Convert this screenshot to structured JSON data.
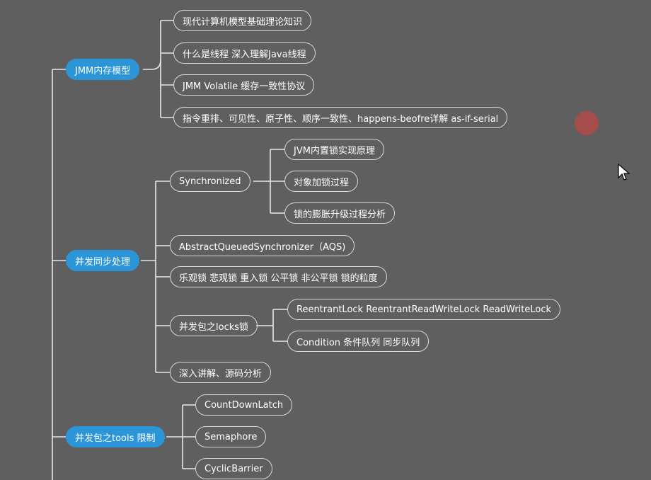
{
  "mindmap": {
    "branches": [
      {
        "label": "JMM内存模型",
        "children": [
          {
            "label": "现代计算机模型基础理论知识"
          },
          {
            "label": "什么是线程 深入理解Java线程"
          },
          {
            "label": "JMM Volatile 缓存一致性协议"
          },
          {
            "label": "指令重排、可见性、原子性、顺序一致性、happens-beofre详解 as-if-serial"
          }
        ]
      },
      {
        "label": "并发同步处理",
        "children": [
          {
            "label": "Synchronized",
            "children": [
              {
                "label": "JVM内置锁实现原理"
              },
              {
                "label": "对象加锁过程"
              },
              {
                "label": "锁的膨胀升级过程分析"
              }
            ]
          },
          {
            "label": "AbstractQueuedSynchronizer（AQS)"
          },
          {
            "label": "乐观锁 悲观锁 重入锁 公平锁 非公平锁 锁的粒度"
          },
          {
            "label": "并发包之locks锁",
            "children": [
              {
                "label": "ReentrantLock  ReentrantReadWriteLock ReadWriteLock"
              },
              {
                "label": "Condition 条件队列 同步队列"
              }
            ]
          },
          {
            "label": "深入讲解、源码分析"
          }
        ]
      },
      {
        "label": "并发包之tools 限制",
        "children": [
          {
            "label": "CountDownLatch"
          },
          {
            "label": "Semaphore"
          },
          {
            "label": "CyclicBarrier"
          }
        ]
      }
    ]
  }
}
